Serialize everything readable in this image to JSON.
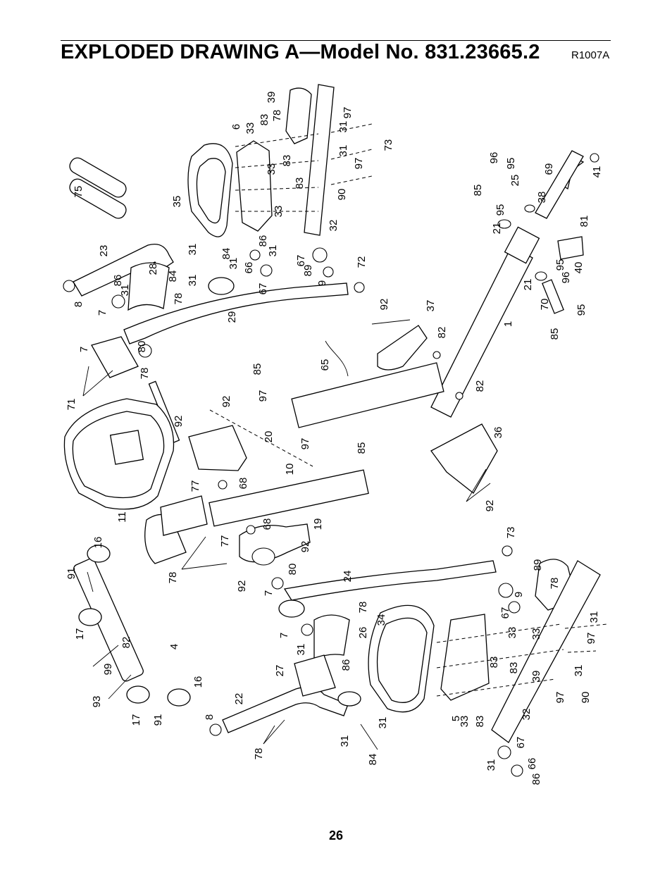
{
  "header": {
    "title": "EXPLODED DRAWING A—Model No. 831.23665.2",
    "drawing_code": "R1007A"
  },
  "footer": {
    "page_number": "26"
  },
  "callouts": {
    "upper_handle": [
      "75",
      "23",
      "8",
      "86",
      "31",
      "7",
      "28",
      "84",
      "78",
      "31",
      "31",
      "84",
      "31",
      "35",
      "6",
      "33",
      "83",
      "78",
      "39",
      "33",
      "83",
      "33",
      "83",
      "86",
      "31",
      "66",
      "67",
      "89",
      "9",
      "67",
      "32",
      "31",
      "97",
      "31",
      "97",
      "90",
      "73",
      "72",
      "29",
      "7",
      "80",
      "78",
      "71"
    ],
    "rear_frame": [
      "96",
      "95",
      "85",
      "25",
      "95",
      "38",
      "21",
      "69",
      "41",
      "81",
      "40",
      "95",
      "96",
      "21",
      "70",
      "95",
      "85",
      "1",
      "92",
      "37",
      "82",
      "65",
      "82",
      "36",
      "92"
    ],
    "console": [
      "85",
      "97",
      "92",
      "92",
      "20",
      "11",
      "10",
      "77",
      "68",
      "68",
      "77",
      "19",
      "78",
      "92",
      "80",
      "92",
      "97",
      "85"
    ],
    "front_stabilizer": [
      "16",
      "91",
      "17",
      "82",
      "4",
      "99",
      "93",
      "17",
      "91",
      "16"
    ],
    "lower_handle": [
      "73",
      "24",
      "7",
      "78",
      "26",
      "7",
      "31",
      "27",
      "86",
      "22",
      "8",
      "78",
      "31",
      "84",
      "31",
      "34",
      "5",
      "33",
      "83",
      "33",
      "83",
      "33",
      "83",
      "39",
      "78",
      "89",
      "9",
      "67",
      "31",
      "97",
      "31",
      "97",
      "90",
      "32",
      "67",
      "31",
      "66",
      "86"
    ]
  }
}
